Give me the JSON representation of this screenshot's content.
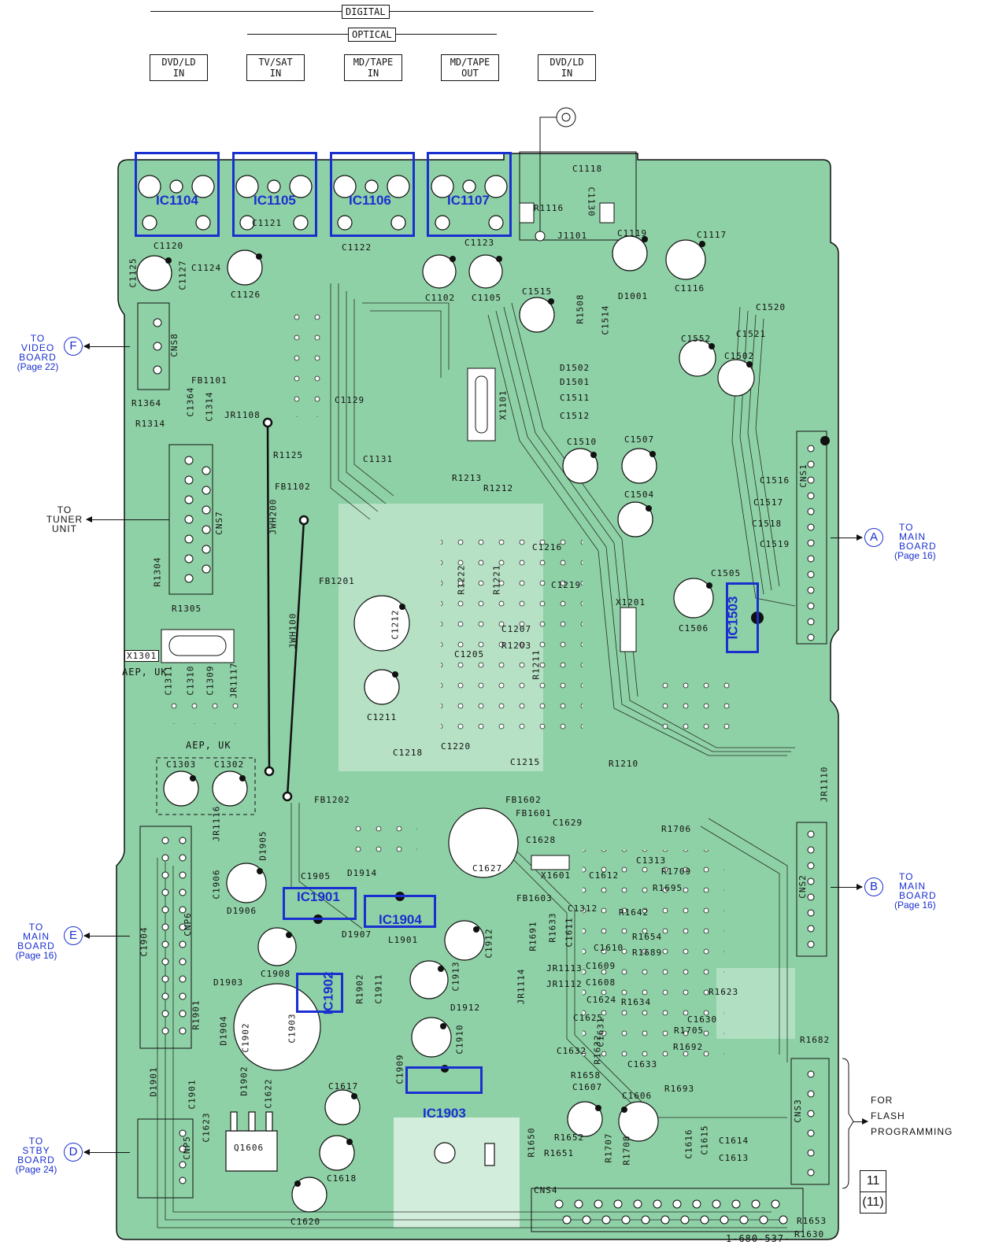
{
  "top": {
    "digital": "DIGITAL",
    "optical": "OPTICAL",
    "inputs": [
      {
        "line1": "DVD/LD",
        "line2": "IN"
      },
      {
        "line1": "TV/SAT",
        "line2": "IN"
      },
      {
        "line1": "MD/TAPE",
        "line2": "IN"
      },
      {
        "line1": "MD/TAPE",
        "line2": "OUT"
      },
      {
        "line1": "DVD/LD",
        "line2": "IN"
      }
    ]
  },
  "connections": {
    "video": {
      "to": "TO",
      "l2": "VIDEO",
      "l3": "BOARD",
      "page": "(Page 22)",
      "mark": "F"
    },
    "tuner": {
      "to": "TO",
      "l2": "TUNER",
      "l3": "UNIT"
    },
    "main_a": {
      "to": "TO",
      "l2": "MAIN",
      "l3": "BOARD",
      "page": "(Page 16)",
      "mark": "A"
    },
    "main_b": {
      "to": "TO",
      "l2": "MAIN",
      "l3": "BOARD",
      "page": "(Page 16)",
      "mark": "B"
    },
    "main_e": {
      "to": "TO",
      "l2": "MAIN",
      "l3": "BOARD",
      "page": "(Page 16)",
      "mark": "E"
    },
    "stby_d": {
      "to": "TO",
      "l2": "STBY",
      "l3": "BOARD",
      "page": "(Page 24)",
      "mark": "D"
    },
    "flash": {
      "l1": "FOR",
      "l2": "FLASH",
      "l3": "PROGRAMMING"
    }
  },
  "ics": [
    "IC1104",
    "IC1105",
    "IC1106",
    "IC1107",
    "IC1503",
    "IC1901",
    "IC1904",
    "IC1902",
    "IC1903"
  ],
  "components": {
    "c1118": "C1118",
    "c1130": "C1130",
    "r1116": "R1116",
    "j1101": "J1101",
    "c1119": "C1119",
    "c1117": "C1117",
    "c1116": "C1116",
    "d1001": "D1001",
    "c1120": "C1120",
    "c1121": "C1121",
    "c1122": "C1122",
    "c1123": "C1123",
    "c1125": "C1125",
    "c1127": "C1127",
    "c1124": "C1124",
    "c1126": "C1126",
    "c1102": "C1102",
    "c1105": "C1105",
    "c1515": "C1515",
    "r1508": "R1508",
    "c1514": "C1514",
    "c1520": "C1520",
    "c1521": "C1521",
    "c1552": "C1552",
    "c1502": "C1502",
    "d1502": "D1502",
    "d1501": "D1501",
    "c1511": "C1511",
    "c1512": "C1512",
    "x1101": "X1101",
    "c1510": "C1510",
    "c1507": "C1507",
    "c1504": "C1504",
    "cns1": "CNS1",
    "c1516": "C1516",
    "c1517": "C1517",
    "c1518": "C1518",
    "c1519": "C1519",
    "c1505": "C1505",
    "c1506": "C1506",
    "cns8": "CNS8",
    "fb1101": "FB1101",
    "r1364": "R1364",
    "r1314": "R1314",
    "c1364": "C1364",
    "c1314": "C1314",
    "jr1108": "JR1108",
    "c1129": "C1129",
    "c1131": "C1131",
    "r1125": "R1125",
    "fb1102": "FB1102",
    "r1213": "R1213",
    "r1212": "R1212",
    "cns7": "CNS7",
    "jwh200": "JWH200",
    "r1304": "R1304",
    "r1305": "R1305",
    "fb1201": "FB1201",
    "jwh100": "JWH100",
    "c1216": "C1216",
    "r1222": "R1222",
    "r1221": "R1221",
    "c1219": "C1219",
    "x1201": "X1201",
    "c1212": "C1212",
    "c1207": "C1207",
    "r1203": "R1203",
    "c1205": "C1205",
    "r1211": "R1211",
    "x1301": "X1301",
    "aep_uk": "AEP, UK",
    "c1311": "C1311",
    "c1310": "C1310",
    "c1309": "C1309",
    "jr1117": "JR1117",
    "c1211": "C1211",
    "c1218": "C1218",
    "c1220": "C1220",
    "c1215": "C1215",
    "r1210": "R1210",
    "jr1110": "JR1110",
    "c1303": "C1303",
    "c1302": "C1302",
    "jr1116": "JR1116",
    "fb1202": "FB1202",
    "fb1602": "FB1602",
    "fb1601": "FB1601",
    "c1629": "C1629",
    "c1628": "C1628",
    "c1627": "C1627",
    "r1706": "R1706",
    "c1313": "C1313",
    "r1709": "R1709",
    "x1601": "X1601",
    "c1612": "C1612",
    "r1695": "R1695",
    "cns2": "CNS2",
    "d1905": "D1905",
    "c1906": "C1906",
    "c1905": "C1905",
    "d1914": "D1914",
    "fb1603": "FB1603",
    "c1312": "C1312",
    "r1642": "R1642",
    "d1906": "D1906",
    "d1907": "D1907",
    "l1901": "L1901",
    "c1912": "C1912",
    "r1691": "R1691",
    "r1633": "R1633",
    "c1611": "C1611",
    "r1654": "R1654",
    "c1610": "C1610",
    "r1689": "R1689",
    "c1904": "C1904",
    "cnp6": "CNP6",
    "c1908": "C1908",
    "c1609": "C1609",
    "jr1113": "JR1113",
    "jr1114": "JR1114",
    "c1608": "C1608",
    "jr1112": "JR1112",
    "d1903": "D1903",
    "r1902": "R1902",
    "c1911": "C1911",
    "c1913": "C1913",
    "d1912": "D1912",
    "r1623": "R1623",
    "c1624": "C1624",
    "r1634": "R1634",
    "c1625": "C1625",
    "c1630": "C1630",
    "r1901": "R1901",
    "d1904": "D1904",
    "c1902": "C1902",
    "c1903": "C1903",
    "c1910": "C1910",
    "r1705": "R1705",
    "c1631": "C1631",
    "r1632": "R1632",
    "r1692": "R1692",
    "c1632": "C1632",
    "r1682": "R1682",
    "c1633": "C1633",
    "r1658": "R1658",
    "d1902": "D1902",
    "c1909": "C1909",
    "c1622": "C1622",
    "d1901": "D1901",
    "c1901": "C1901",
    "c1617": "C1617",
    "c1607": "C1607",
    "c1606": "C1606",
    "r1693": "R1693",
    "cns3": "CNS3",
    "c1623": "C1623",
    "cnp5": "CNP5",
    "q1606": "Q1606",
    "r1650": "R1650",
    "r1652": "R1652",
    "r1651": "R1651",
    "r1707": "R1707",
    "r1708": "R1708",
    "c1616": "C1616",
    "c1615": "C1615",
    "c1614": "C1614",
    "c1613": "C1613",
    "c1618": "C1618",
    "c1620": "C1620",
    "cns4": "CNS4",
    "r1653": "R1653",
    "r1630": "R1630",
    "board_no": "1-680-537-"
  },
  "page_box": {
    "top": "11",
    "bottom": "(11)"
  },
  "colors": {
    "board": "#8fd1a6",
    "pad": "#ffffff",
    "ink": "#111111",
    "ic_outline": "#1a2fd0"
  }
}
